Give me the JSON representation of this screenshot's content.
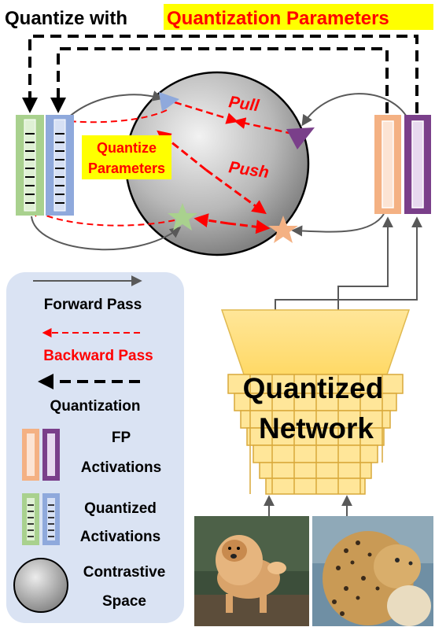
{
  "title": {
    "prefix": "Quantize with",
    "highlight": "Quantization Parameters"
  },
  "circle_labels": {
    "pull": "Pull",
    "push": "Push"
  },
  "quantize_params": {
    "line1": "Quantize",
    "line2": "Parameters"
  },
  "network": {
    "line1": "Quantized",
    "line2": "Network"
  },
  "legend": {
    "forward": "Forward Pass",
    "backward": "Backward Pass",
    "quantization": "Quantization",
    "fp_line1": "FP",
    "fp_line2": "Activations",
    "q_line1": "Quantized",
    "q_line2": "Activations",
    "cs_line1": "Contrastive",
    "cs_line2": "Space"
  },
  "colors": {
    "green": "#a9d18e",
    "blue": "#8fa9dc",
    "orange": "#f4b183",
    "purple": "#7a3f8a",
    "red": "#ff0000",
    "highlight": "#ffff00",
    "network": "#ffe699",
    "legend_bg": "#dae3f3"
  },
  "photos": [
    "dog-photo",
    "cheetah-photo"
  ]
}
